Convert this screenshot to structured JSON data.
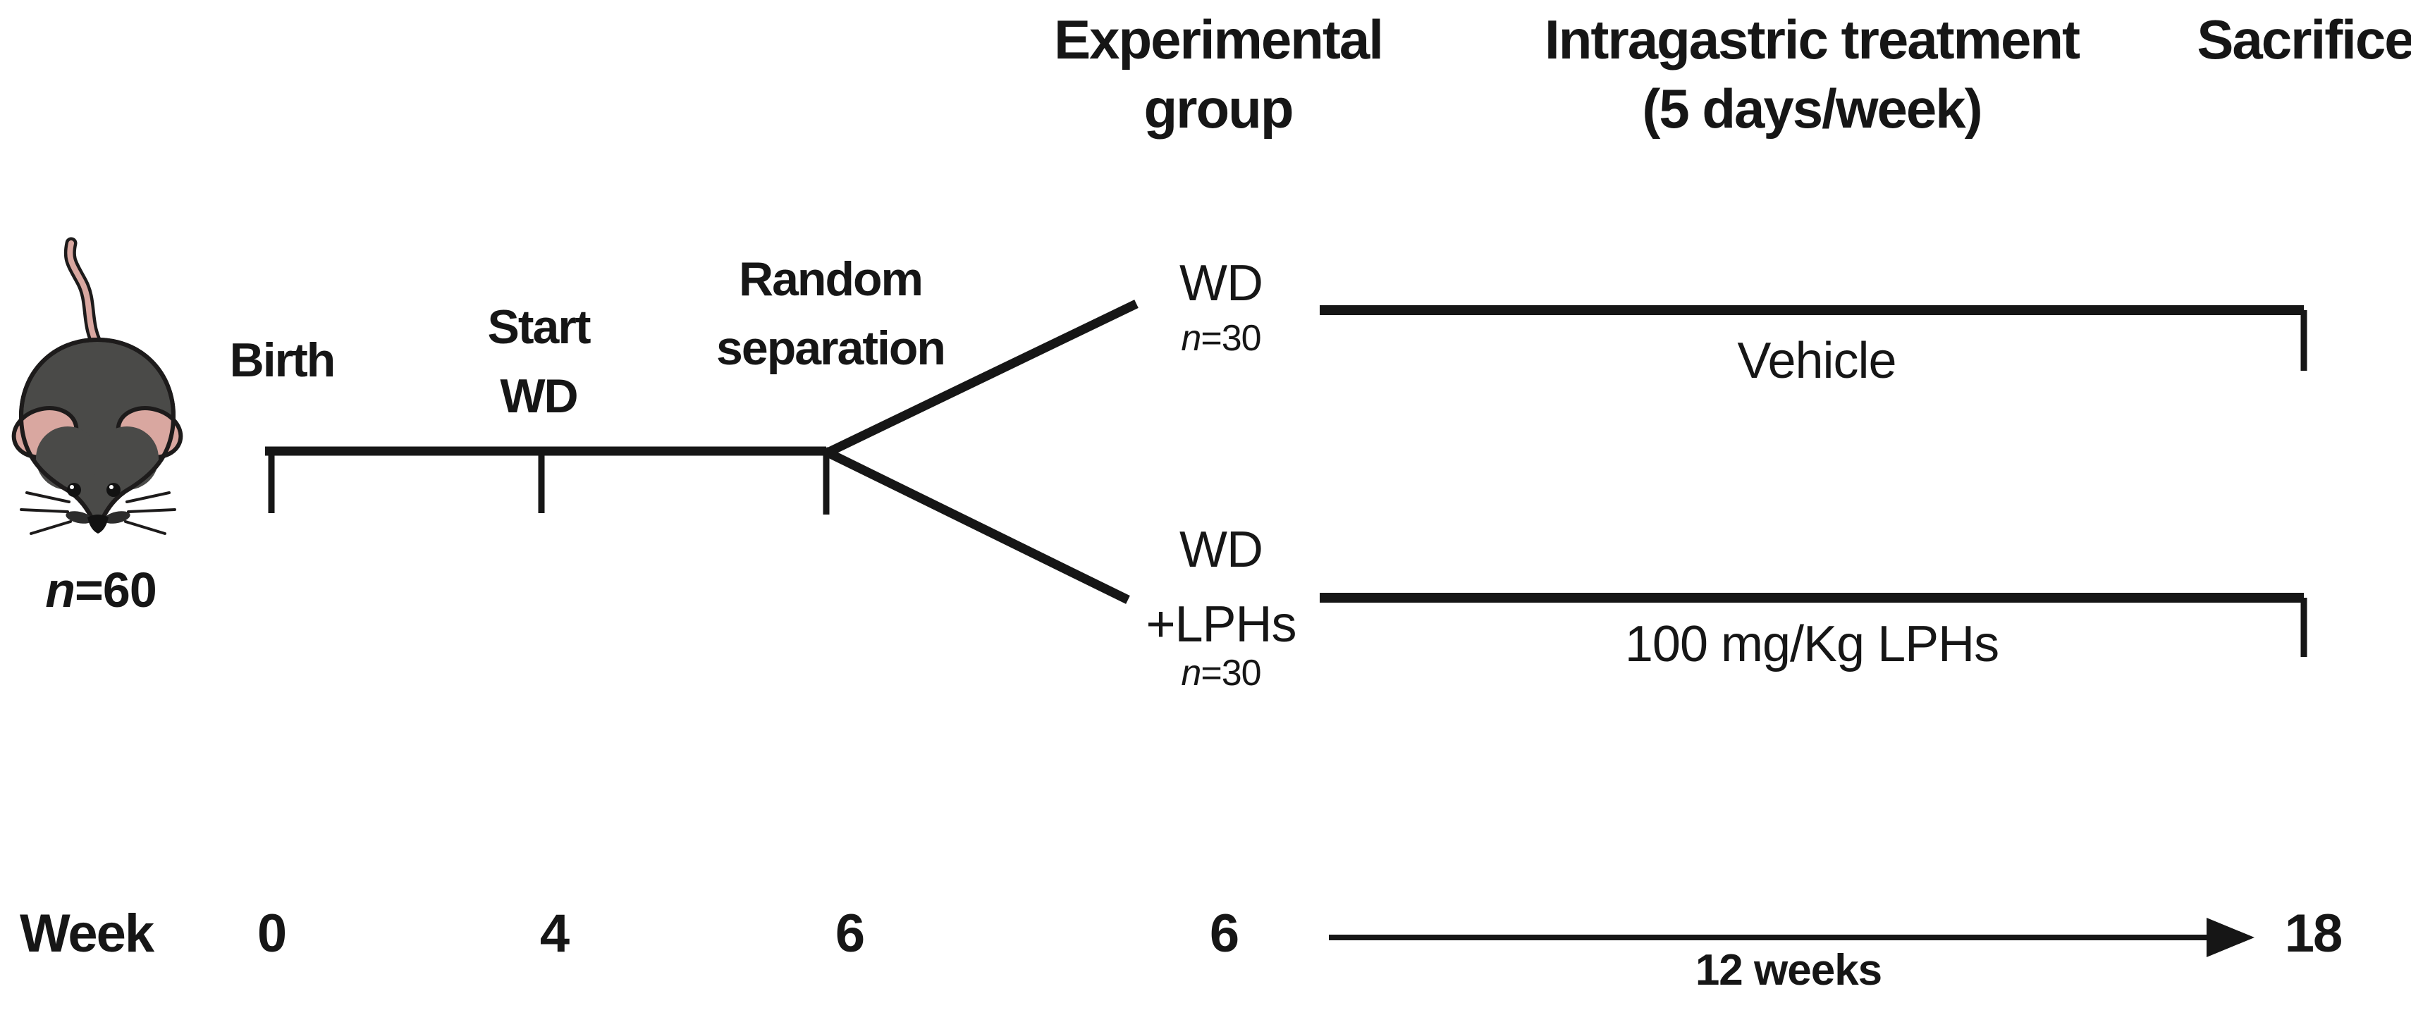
{
  "figure": {
    "background": "#ffffff",
    "ink": "#161616",
    "mouse_body_color": "#4a4a48",
    "mouse_ear_color": "#d9a7a0"
  },
  "columns": {
    "experimental_group": "Experimental\ngroup",
    "intragastric_treatment": "Intragastric treatment\n(5 days/week)",
    "sacrifice": "Sacrifice"
  },
  "cohort": {
    "icon": "mouse-top-view",
    "n_prefix": "n",
    "n_value": "=60"
  },
  "timeline_events": [
    {
      "label": "Birth"
    },
    {
      "label": "Start\nWD"
    },
    {
      "label": "Random\nseparation"
    }
  ],
  "groups": [
    {
      "name": "WD",
      "n_prefix": "n",
      "n_value": "=30",
      "treatment": "Vehicle"
    },
    {
      "name": "WD\n+LPHs",
      "n_prefix": "n",
      "n_value": "=30",
      "treatment": "100 mg/Kg LPHs"
    }
  ],
  "week_axis": {
    "label": "Week",
    "values": [
      "0",
      "4",
      "6",
      "6",
      "18"
    ],
    "duration": "12 weeks"
  }
}
